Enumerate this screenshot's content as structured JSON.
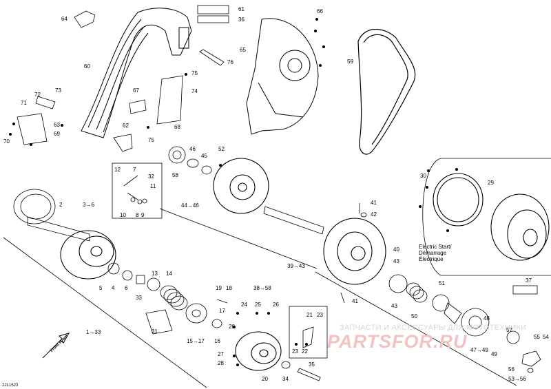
{
  "diagram_ref": "22L1523",
  "front_label": "Front Avant",
  "electric_start_note": "Electric Start/\nDémarrage\nÉlectrique",
  "watermark": {
    "line1": "ЗАПЧАСТИ И АКСЕССУАРЫ ДЛЯ МОТОТЕХНИКИ",
    "line2": "PARTSFOR.RU"
  },
  "part_labels": {
    "p1": "1→33",
    "p2": "2",
    "p3": "3→6",
    "p4": "4",
    "p5": "5",
    "p6": "6",
    "p7": "7",
    "p8": "8",
    "p9": "9",
    "p10": "10",
    "p11": "11",
    "p12": "12",
    "p13": "13",
    "p14": "14",
    "p15": "15→17",
    "p16": "16",
    "p17": "17",
    "p18": "18",
    "p19": "19",
    "p20": "20",
    "p21": "21",
    "p22": "22",
    "p23a": "23",
    "p23b": "23",
    "p24": "24",
    "p25": "25",
    "p26": "26",
    "p27": "27",
    "p28a": "28",
    "p28b": "28",
    "p29": "29",
    "p30": "30",
    "p31": "31",
    "p32": "32",
    "p33": "33",
    "p34": "34",
    "p35": "35",
    "p36": "36",
    "p37": "37",
    "p38": "38→58",
    "p39": "39→43",
    "p40": "40",
    "p41a": "41",
    "p41b": "41",
    "p42": "42",
    "p43a": "43",
    "p43b": "43",
    "p44": "44→46",
    "p45": "45",
    "p46": "46",
    "p47": "47→49",
    "p48": "48",
    "p49": "49",
    "p50": "50",
    "p51": "51",
    "p52": "52",
    "p53": "53→56",
    "p54": "54",
    "p55": "55",
    "p56": "56",
    "p57": "57",
    "p58": "58",
    "p59": "59",
    "p60": "60",
    "p61": "61",
    "p62": "62",
    "p63": "63",
    "p64": "64",
    "p65": "65",
    "p66": "66",
    "p67": "67",
    "p68": "68",
    "p69": "69",
    "p70": "70",
    "p71": "71",
    "p72": "72",
    "p73": "73",
    "p74": "74",
    "p75a": "75",
    "p75b": "75",
    "p76": "76"
  }
}
